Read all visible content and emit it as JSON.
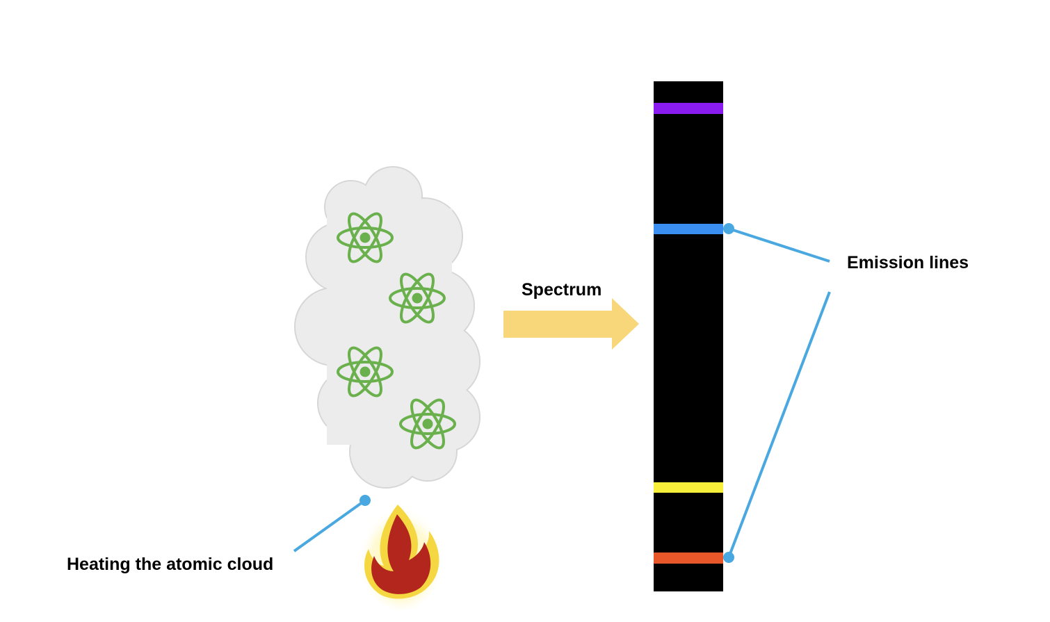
{
  "labels": {
    "spectrum": "Spectrum",
    "emission_lines": "Emission lines",
    "heating": "Heating the atomic cloud"
  },
  "icons": {
    "atom": "atom-icon",
    "fire": "fire-icon",
    "cloud": "cloud-shape",
    "arrow": "right-arrow"
  },
  "colors": {
    "cloud_fill": "#ececec",
    "cloud_stroke": "#d6d6d6",
    "atom": "#6ab04c",
    "arrow": "#f7d77a",
    "spectrum_background": "#000000",
    "callout_line": "#4aa8e0",
    "flame_outer": "#f5d742",
    "flame_inner": "#b3261e"
  },
  "spectrum_lines": [
    {
      "name": "violet-emission-line",
      "color": "#8a1cf0"
    },
    {
      "name": "blue-emission-line",
      "color": "#3a8ef0"
    },
    {
      "name": "yellow-emission-line",
      "color": "#f7ef3a"
    },
    {
      "name": "orange-emission-line",
      "color": "#e8572a"
    }
  ]
}
